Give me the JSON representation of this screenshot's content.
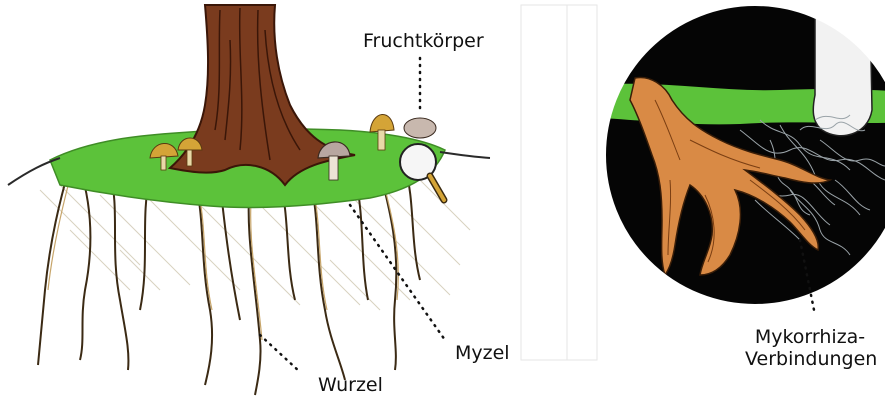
{
  "labels": {
    "fruiting_body": "Fruchtkörper",
    "mycelium": "Myzel",
    "root": "Wurzel",
    "mycorrhiza_line1": "Mykorrhiza-",
    "mycorrhiza_line2": "Verbindungen"
  },
  "colors": {
    "bark": "#7a3b1e",
    "bark_dark": "#3a1608",
    "moss": "#5cc23a",
    "root_outline": "#3b2a14",
    "soil_hatch": "#d8d2c0",
    "cap": "#b8a6a0",
    "golden_cap": "#d4a437",
    "circle_bg": "#050505",
    "orange_root": "#d98a45",
    "hyphae": "#9aa3a8"
  },
  "icons": [
    "magnifier-icon",
    "mushroom-icon"
  ]
}
